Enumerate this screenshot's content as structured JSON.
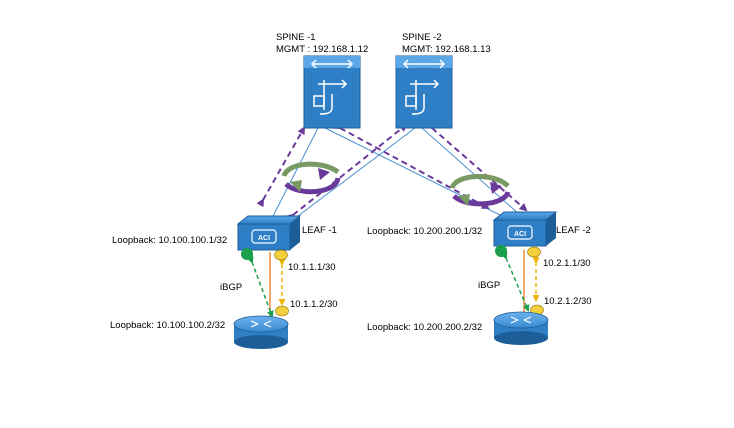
{
  "diagram": {
    "spines": [
      {
        "name": "SPINE -1",
        "mgmt": "MGMT : 192.168.1.12"
      },
      {
        "name": "SPINE -2",
        "mgmt": "MGMT: 192.168.1.13"
      }
    ],
    "leaves": [
      {
        "name": "LEAF -1",
        "loopback": "Loopback: 10.100.100.1/32",
        "link_ip_leaf": "10.1.1.1/30",
        "link_ip_router": "10.1.1.2/30"
      },
      {
        "name": "LEAF -2",
        "loopback": "Loopback: 10.200.200.1/32",
        "link_ip_leaf": "10.2.1.1/30",
        "link_ip_router": "10.2.1.2/30"
      }
    ],
    "routers": [
      {
        "loopback": "Loopback: 10.100.100.2/32",
        "protocol": "iBGP"
      },
      {
        "loopback": "Loopback: 10.200.200.2/32",
        "protocol": "iBGP"
      }
    ],
    "colors": {
      "device_blue": "#2e7fc6",
      "device_dark": "#1d5e99",
      "link_line": "#4a8fd0",
      "bgp_arrow": "#6a3a9a",
      "cycle_green": "#7a9a64",
      "cycle_purple": "#6a3a9a",
      "green_dot": "#1aa04a",
      "yellow_dot": "#f3cf3d",
      "orange_line": "#e36c0a",
      "yellow_dash": "#f0b400",
      "green_dash": "#1aa04a"
    },
    "icons": [
      "switch-icon",
      "aci-icon",
      "router-icon"
    ]
  }
}
